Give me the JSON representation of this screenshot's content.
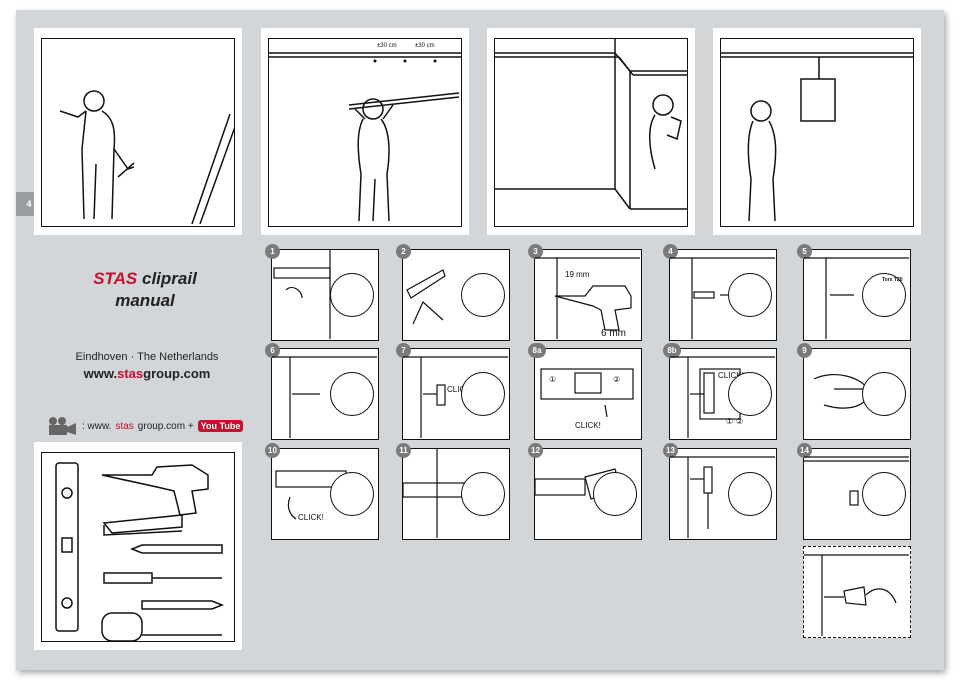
{
  "page": {
    "number": "4"
  },
  "title": {
    "brand": "STAS",
    "product": "cliprail",
    "line2": "manual"
  },
  "location": "Eindhoven · The Netherlands",
  "website": {
    "prefix": "www.",
    "accent": "stas",
    "suffix": "group.com"
  },
  "video": {
    "text_prefix": ": www.",
    "accent": "stas",
    "text_suffix": "group.com +",
    "youtube": "You Tube"
  },
  "measure_labels": [
    "±30 cm",
    "±30 cm"
  ],
  "steps": [
    {
      "id": "1",
      "label": ""
    },
    {
      "id": "2",
      "label": ""
    },
    {
      "id": "3",
      "label": "19 mm",
      "sublabel": "6 mm"
    },
    {
      "id": "4",
      "label": ""
    },
    {
      "id": "5",
      "label": "Torx T20"
    },
    {
      "id": "6",
      "label": ""
    },
    {
      "id": "7",
      "label": "CLICK!"
    },
    {
      "id": "8a",
      "label": "CLICK!",
      "markers": [
        "①",
        "②"
      ]
    },
    {
      "id": "8b",
      "label": "CLICK!",
      "markers": [
        "①",
        "②"
      ]
    },
    {
      "id": "9",
      "label": ""
    },
    {
      "id": "10",
      "label": "CLICK!"
    },
    {
      "id": "11",
      "label": ""
    },
    {
      "id": "12",
      "label": ""
    },
    {
      "id": "13",
      "label": ""
    },
    {
      "id": "14",
      "label": ""
    }
  ],
  "colors": {
    "accent": "#c8102e",
    "background": "#d3d6d8",
    "line": "#111111",
    "badge": "#7a7a7a"
  }
}
